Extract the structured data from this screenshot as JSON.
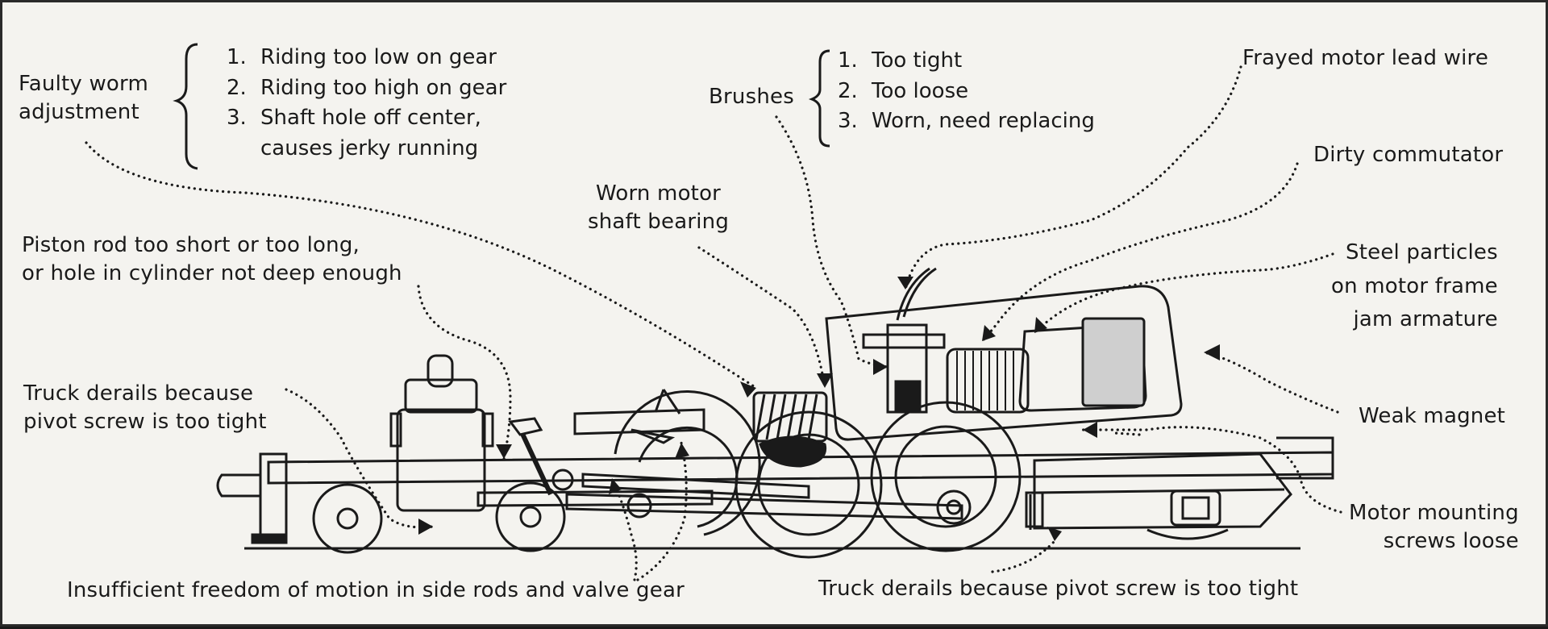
{
  "faulty_worm": {
    "label_line1": "Faulty worm",
    "label_line2": "adjustment",
    "items": [
      {
        "num": "1.",
        "text": "Riding too low on gear"
      },
      {
        "num": "2.",
        "text": "Riding too high on gear"
      },
      {
        "num": "3.",
        "text": "Shaft hole off center,"
      }
    ],
    "item3_cont": "causes jerky running"
  },
  "brushes": {
    "label": "Brushes",
    "items": [
      {
        "num": "1.",
        "text": "Too tight"
      },
      {
        "num": "2.",
        "text": "Too loose"
      },
      {
        "num": "3.",
        "text": "Worn, need replacing"
      }
    ]
  },
  "labels": {
    "frayed_lead": "Frayed motor lead wire",
    "dirty_commutator": "Dirty commutator",
    "worn_bearing_1": "Worn motor",
    "worn_bearing_2": "shaft bearing",
    "piston_1": "Piston rod too short or too long,",
    "piston_2": "or hole in cylinder not deep enough",
    "steel_1": "Steel particles",
    "steel_2": "on motor frame",
    "steel_3": "jam armature",
    "truck_front_1": "Truck derails because",
    "truck_front_2": "pivot screw is too tight",
    "weak_magnet": "Weak magnet",
    "motor_mount_1": "Motor mounting",
    "motor_mount_2": "screws loose",
    "insufficient": "Insufficient freedom of motion in side rods and valve gear",
    "truck_rear": "Truck derails because pivot screw is too tight"
  }
}
